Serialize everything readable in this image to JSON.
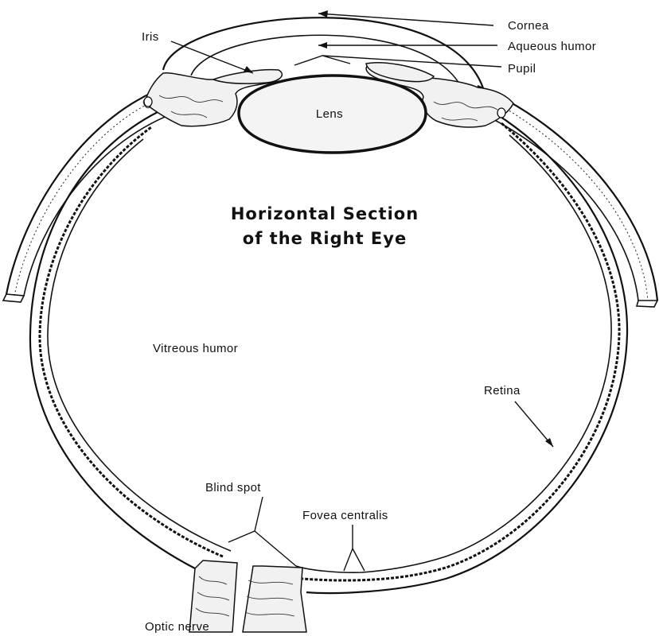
{
  "title": {
    "line1": "Horizontal Section",
    "line2": "of the Right Eye"
  },
  "labels": {
    "cornea": "Cornea",
    "aqueous_humor": "Aqueous humor",
    "pupil": "Pupil",
    "iris": "Iris",
    "lens": "Lens",
    "vitreous_humor": "Vitreous humor",
    "retina": "Retina",
    "blind_spot": "Blind spot",
    "fovea_centralis": "Fovea centralis",
    "optic_nerve": "Optic nerve"
  }
}
